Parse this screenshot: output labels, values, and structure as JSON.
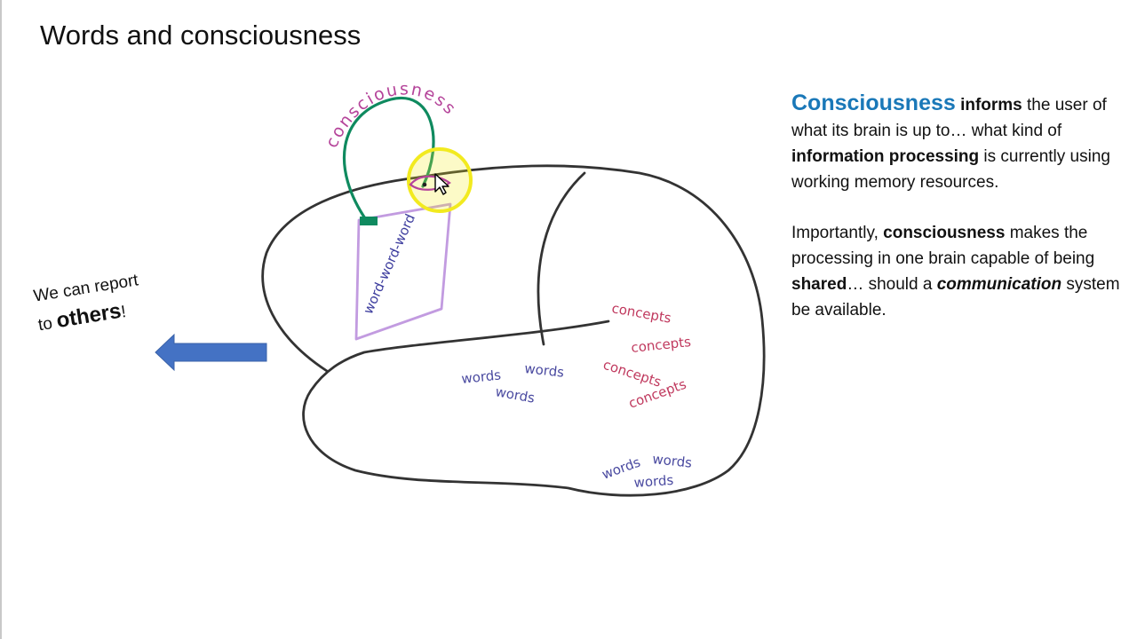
{
  "slide": {
    "title": "Words and consciousness"
  },
  "diagram": {
    "loop_label": "consciousness",
    "box_label": "word-word-word",
    "concept_labels": [
      "concepts",
      "concepts",
      "concepts",
      "concepts"
    ],
    "word_cluster_1": [
      "words",
      "words",
      "words"
    ],
    "word_cluster_2": [
      "words",
      "words",
      "words"
    ],
    "report_line1": "We can report",
    "report_to": "to",
    "report_others": "others",
    "report_bang": "!",
    "colors": {
      "outline": "#333333",
      "loop": "#0f8a5f",
      "loop_label": "#b5449a",
      "box": "#c29be0",
      "box_label": "#3d3d9e",
      "concepts": "#c0395e",
      "words": "#4a4aa0",
      "arrow": "#4472c4",
      "highlight": "#f2ea1f"
    }
  },
  "panel": {
    "p1": {
      "term": "Consciousness",
      "w1": "informs",
      "t1": " the user of what its brain is up to… what kind of ",
      "w2": "information processing",
      "t2": " is currently using working memory resources."
    },
    "p2": {
      "t1": "Importantly, ",
      "w1": "consciousness",
      "t2": " makes the processing in one brain capable of being ",
      "w2": "shared",
      "t3": "… should a ",
      "w3": "communication",
      "t4": " system be available."
    }
  }
}
